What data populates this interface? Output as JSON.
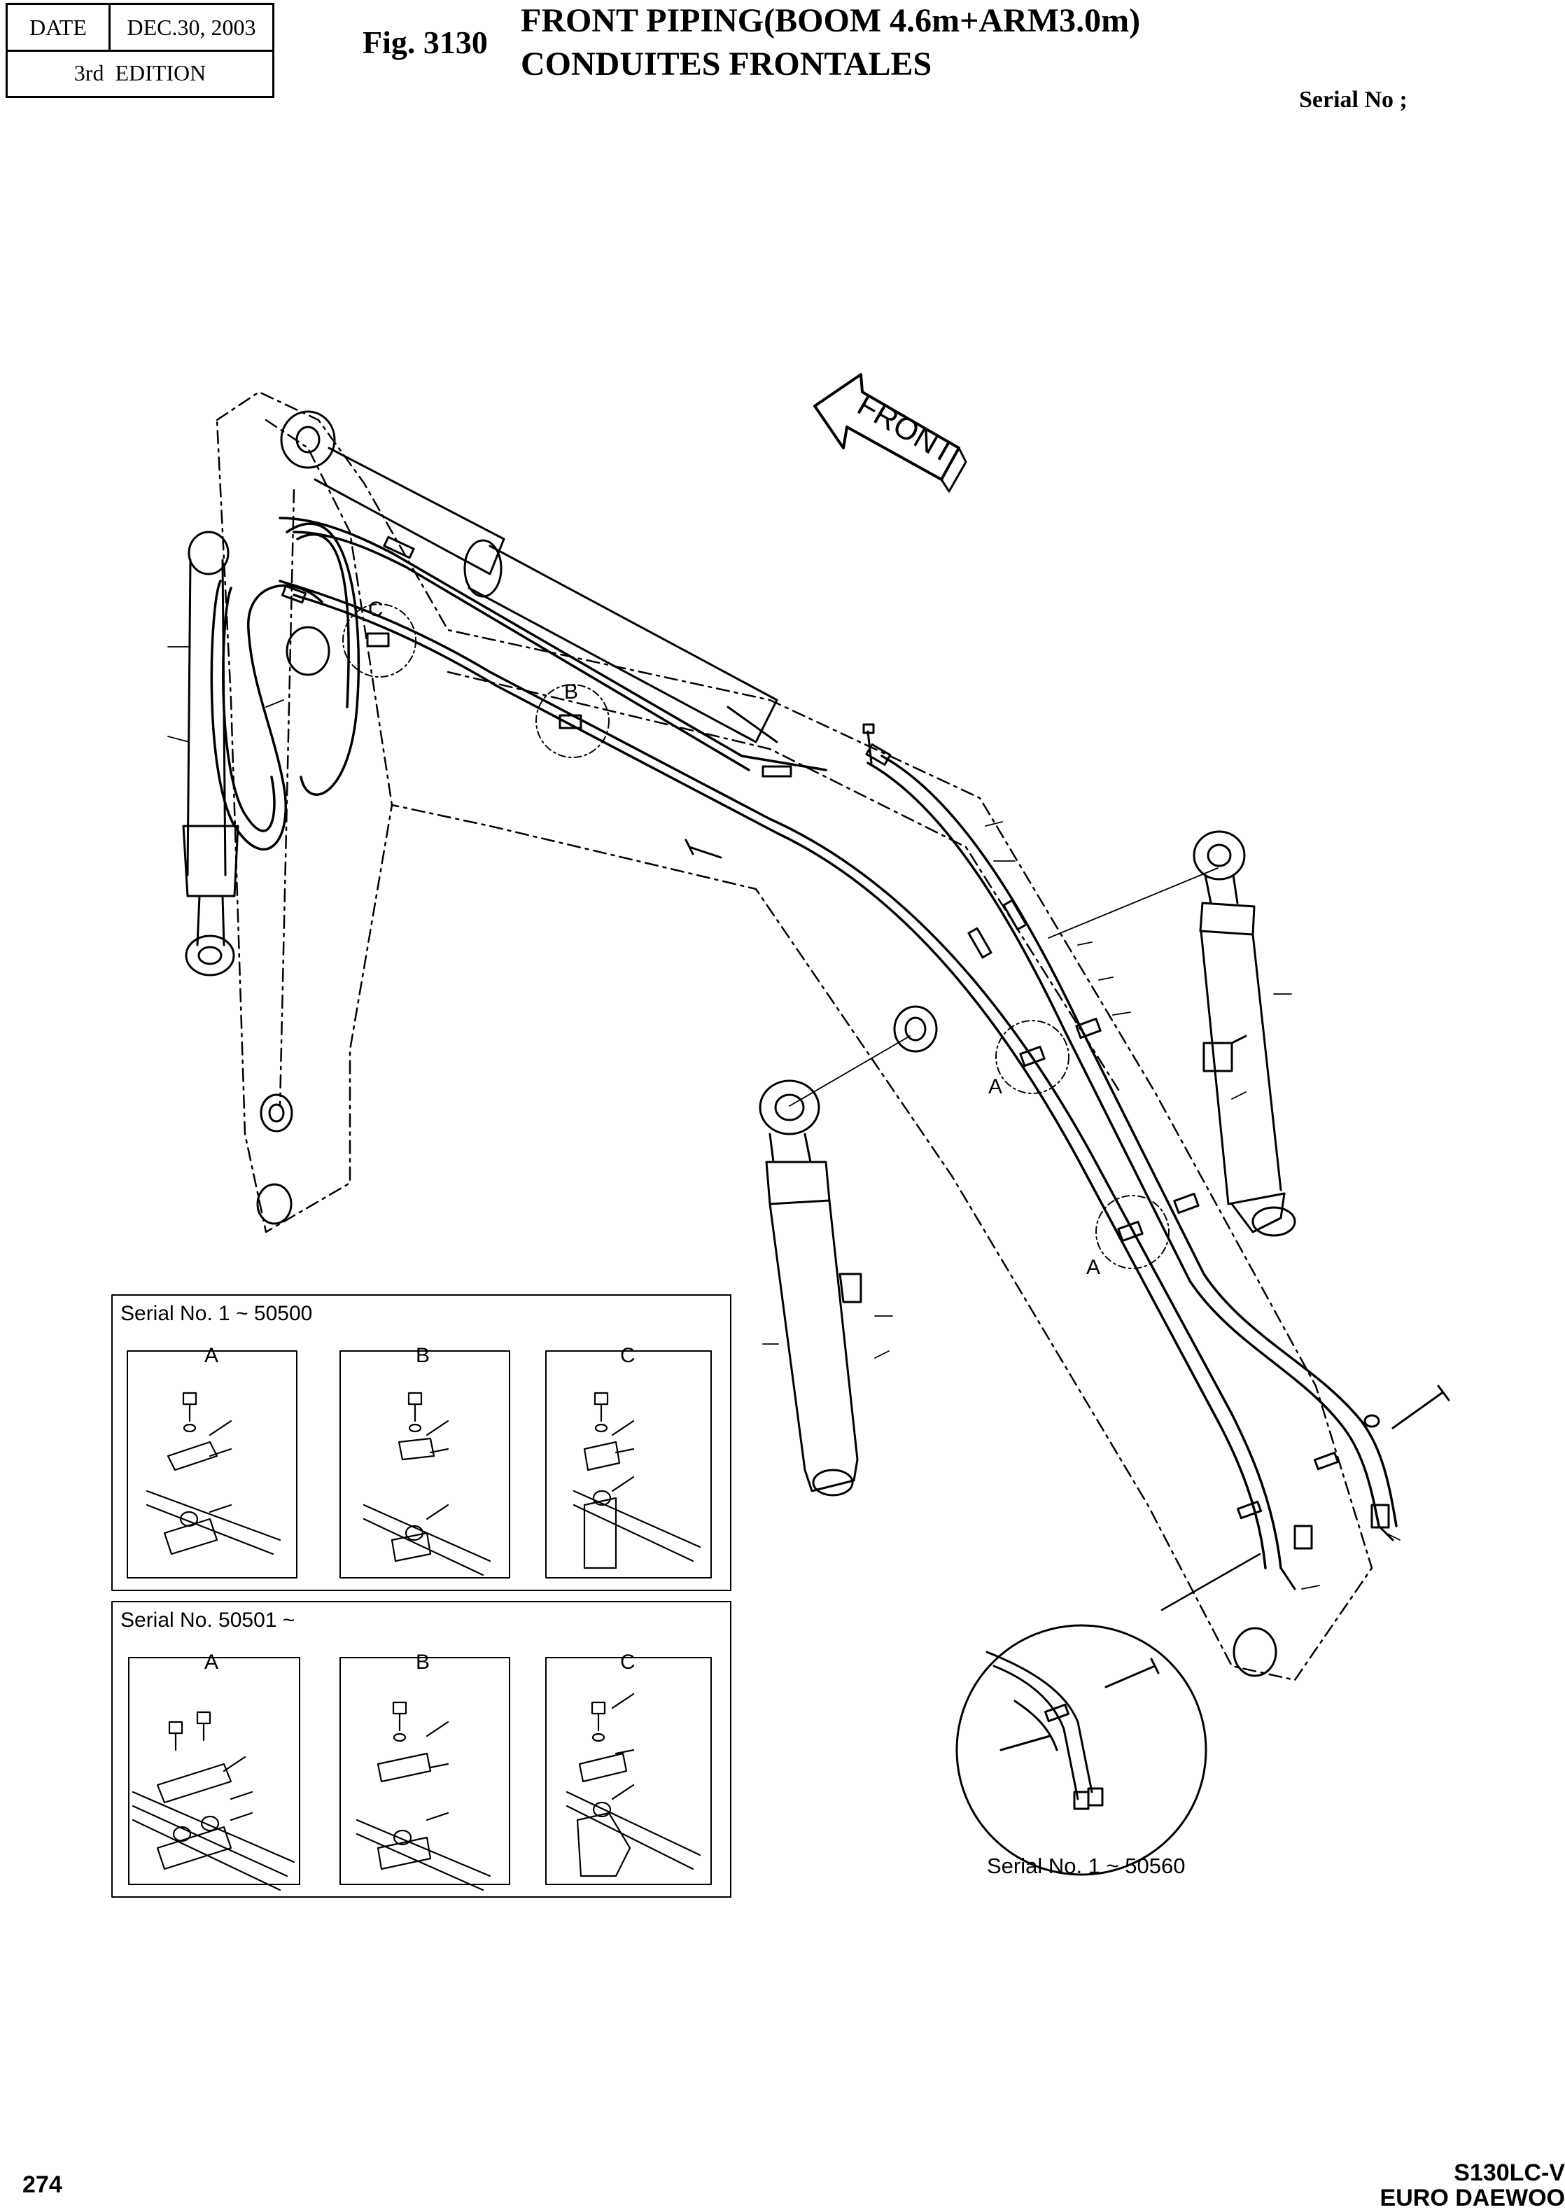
{
  "header": {
    "date_label": "DATE",
    "date_value": "DEC.30, 2003",
    "edition": "3rd  EDITION",
    "fig_label": "Fig. 3130",
    "title_en": "FRONT PIPING(BOOM 4.6m+ARM3.0m)",
    "title_fr": "CONDUITES FRONTALES",
    "serial_label": "Serial No ;"
  },
  "drawing": {
    "front_arrow_label": "FRONT",
    "callouts": {
      "a": "A",
      "b": "B",
      "c": "C"
    },
    "detail_circle_caption": "Serial No. 1 ~ 50560"
  },
  "inset_top": {
    "title": "Serial No. 1 ~ 50500",
    "panels": [
      "A",
      "B",
      "C"
    ]
  },
  "inset_bottom": {
    "title": "Serial No. 50501 ~",
    "panels": [
      "A",
      "B",
      "C"
    ]
  },
  "footer": {
    "page_number": "274",
    "model_line1": "S130LC-V",
    "model_line2": "EURO DAEWOO"
  }
}
